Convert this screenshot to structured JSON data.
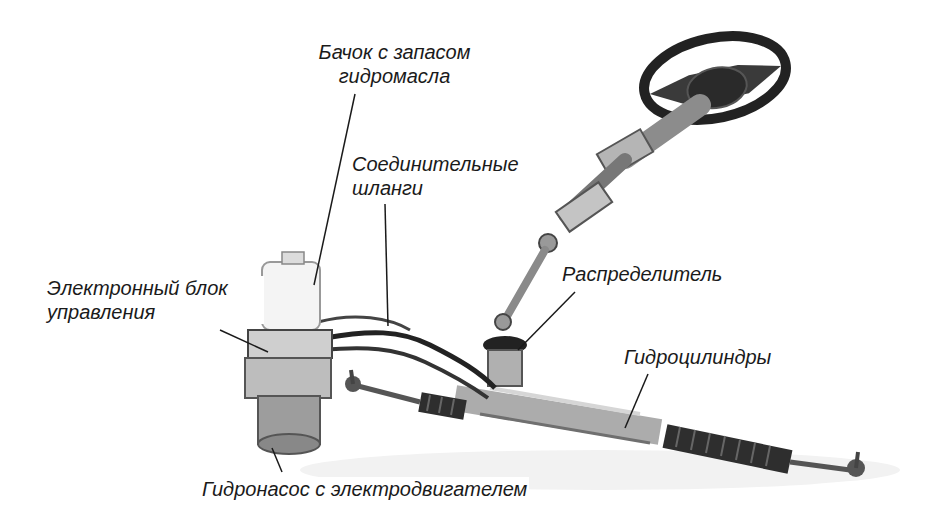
{
  "diagram": {
    "labels": [
      "Бачок с запасом гидромасла",
      "Соединительные шланги",
      "Электронный блок управления",
      "Распределитель",
      "Гидроцилиндры",
      "Гидронасос с электродвигателем"
    ]
  }
}
